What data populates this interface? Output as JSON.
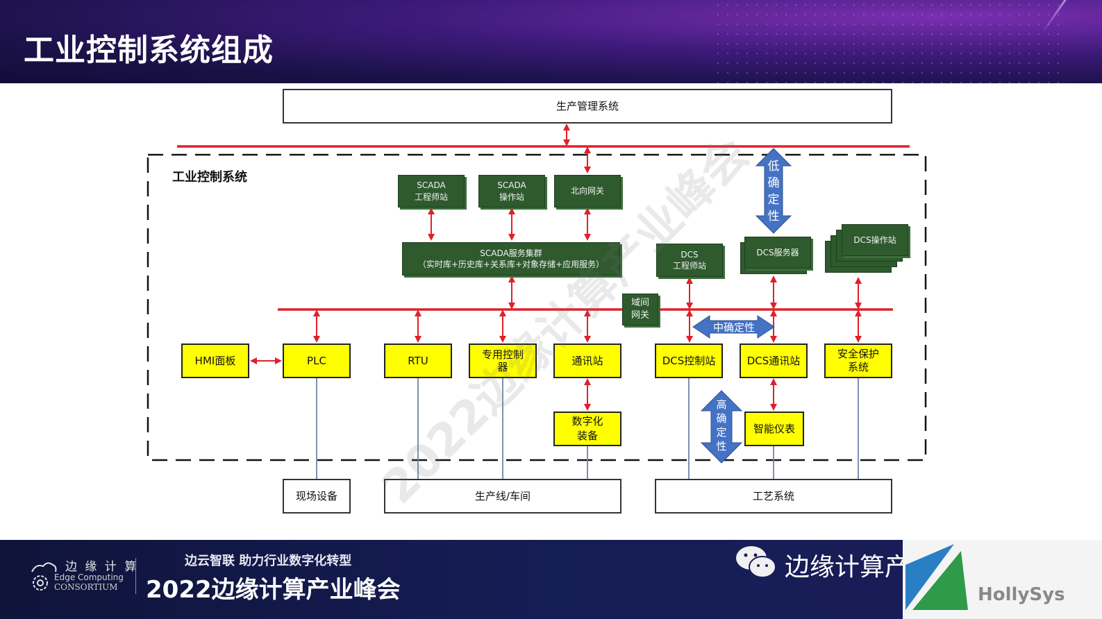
{
  "header": {
    "title": "工业控制系统组成"
  },
  "diagram": {
    "top_system": "生产管理系统",
    "ics_label": "工业控制系统",
    "scada_eng": [
      "SCADA",
      "工程师站"
    ],
    "scada_op": [
      "SCADA",
      "操作站"
    ],
    "north_gw": "北向网关",
    "scada_cluster": [
      "SCADA服务集群",
      "（实时库+历史库+关系库+对象存储+应用服务）"
    ],
    "dcs_eng": [
      "DCS",
      "工程师站"
    ],
    "dcs_server": "DCS服务器",
    "dcs_op": "DCS操作站",
    "domain_gw": [
      "域间",
      "网关"
    ],
    "low_det": [
      "低",
      "确",
      "定",
      "性"
    ],
    "mid_det": "中确定性",
    "high_det": [
      "高",
      "确",
      "定",
      "性"
    ],
    "hmi": "HMI面板",
    "plc": "PLC",
    "rtu": "RTU",
    "special_ctrl": [
      "专用控制",
      "器"
    ],
    "comm_station": "通讯站",
    "dcs_ctrl": "DCS控制站",
    "dcs_comm": "DCS通讯站",
    "safety": [
      "安全保护",
      "系统"
    ],
    "digital_equip": [
      "数字化",
      "装备"
    ],
    "smart_meter": "智能仪表",
    "field_device": "现场设备",
    "production_line": "生产线/车间",
    "process_system": "工艺系统"
  },
  "watermark": "2022边缘计算产业峰会",
  "footer": {
    "logo_cn": "边 缘 计 算",
    "logo_en1": "Edge Computing",
    "logo_en2": "CONSORTIUM",
    "slogan": "边云智联  助力行业数字化转型",
    "summit": "2022边缘计算产业峰会",
    "wechat": "边缘计算产业联盟ECC",
    "brand": "HollySys"
  },
  "colors": {
    "bus": "#e0202a",
    "green": "#2e5a2e",
    "yellow": "#ffff00",
    "arrow_blue": "#4472c4"
  }
}
